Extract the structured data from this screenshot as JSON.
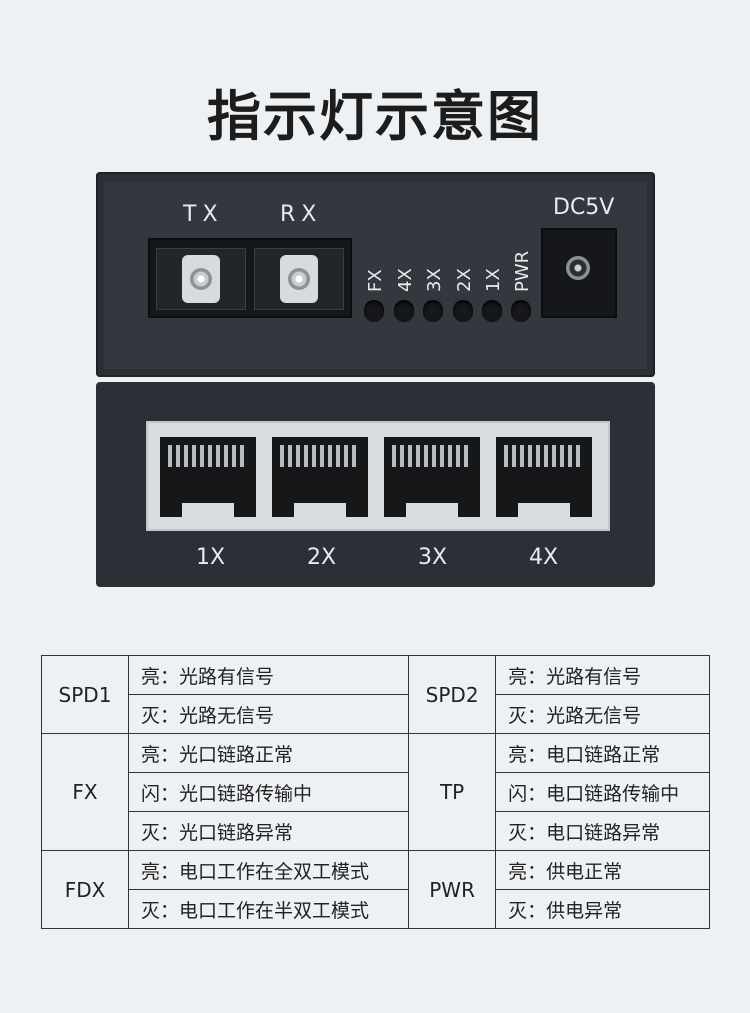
{
  "title": "指示灯示意图",
  "device": {
    "fiber_labels": [
      "TX",
      "RX"
    ],
    "led_labels": [
      "FX",
      "4X",
      "3X",
      "2X",
      "1X",
      "PWR"
    ],
    "power_label": "DC5V",
    "rj45_labels": [
      "1X",
      "2X",
      "3X",
      "4X"
    ]
  },
  "legend": {
    "spd1": {
      "key": "SPD1",
      "rows": [
        "亮：光路有信号",
        "灭：光路无信号"
      ]
    },
    "spd2": {
      "key": "SPD2",
      "rows": [
        "亮：光路有信号",
        "灭：光路无信号"
      ]
    },
    "fx": {
      "key": "FX",
      "rows": [
        "亮：光口链路正常",
        "闪：光口链路传输中",
        "灭：光口链路异常"
      ]
    },
    "tp": {
      "key": "TP",
      "rows": [
        "亮：电口链路正常",
        "闪：电口链路传输中",
        "灭：电口链路异常"
      ]
    },
    "fdx": {
      "key": "FDX",
      "rows": [
        "亮：电口工作在全双工模式",
        "灭：电口工作在半双工模式"
      ]
    },
    "pwr": {
      "key": "PWR",
      "rows": [
        "亮：供电正常",
        "灭：供电异常"
      ]
    }
  }
}
